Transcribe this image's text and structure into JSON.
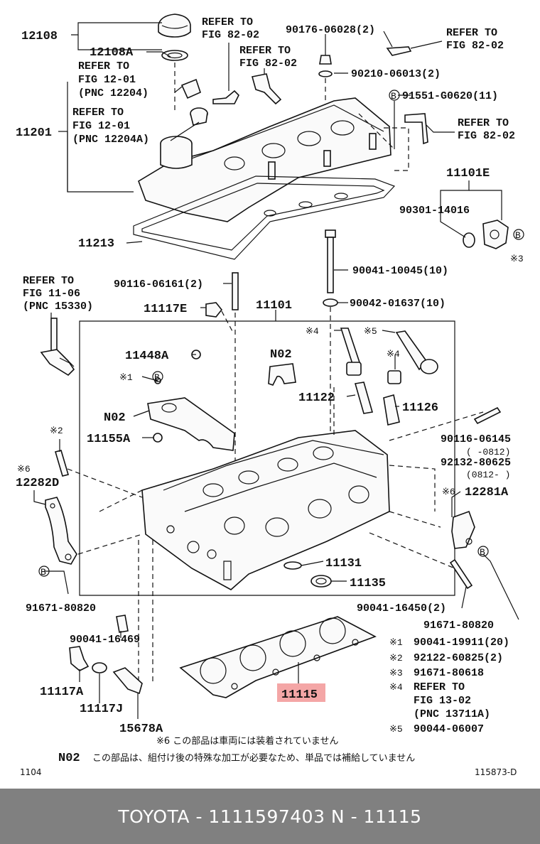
{
  "diagram": {
    "labels": {
      "p12108": "12108",
      "p12108a": "12108A",
      "ref82_02_a": "REFER TO",
      "ref82_02_a2": "FIG 82-02",
      "p90176": "90176-06028(2)",
      "ref82_02_b": "REFER TO",
      "ref82_02_b2": "FIG 82-02",
      "ref82_02_c": "REFER TO",
      "ref82_02_c2": "FIG 82-02",
      "ref12_01_a": "REFER TO",
      "ref12_01_a2": "FIG 12-01",
      "ref12_01_a3": "(PNC 12204)",
      "p90210": "90210-06013(2)",
      "p91551": "91551-G0620(11)",
      "ref12_01_b": "REFER TO",
      "ref12_01_b2": "FIG 12-01",
      "ref12_01_b3": "(PNC 12204A)",
      "ref82_02_d": "REFER TO",
      "ref82_02_d2": "FIG 82-02",
      "p11201": "11201",
      "p11101e": "11101E",
      "p90301": "90301-14016",
      "p11213": "11213",
      "p90041_10045": "90041-10045(10)",
      "mark3_a": "※3",
      "ref11_06": "REFER TO",
      "ref11_06b": "FIG 11-06",
      "ref11_06c": "(PNC 15330)",
      "p90116_06161": "90116-06161(2)",
      "p11101": "11101",
      "p11117e": "11117E",
      "p90042": "90042-01637(10)",
      "mark4_a": "※4",
      "mark5_a": "※5",
      "p11448a": "11448A",
      "pN02_a": "N02",
      "mark4_b": "※4",
      "mark1_a": "※1",
      "p11122": "11122",
      "p11126": "11126",
      "pN02_b": "N02",
      "p11155a": "11155A",
      "p90116_06145": "90116-06145",
      "note_0812a": "(      -0812)",
      "mark2_a": "※2",
      "p92132": "92132-80625",
      "note_0812b": "(0812-      )",
      "mark6_a": "※6",
      "p12282d": "12282D",
      "mark6_b": "※6",
      "p12281a": "12281A",
      "p11131": "11131",
      "p11135": "11135",
      "p91671_a": "91671-80820",
      "p90041_16450": "90041-16450(2)",
      "p91671_b": "91671-80820",
      "p90041_16469": "90041-16469",
      "p11117a": "11117A",
      "p11117j": "11117J",
      "p15678a": "15678A",
      "p11115": "11115",
      "fn1_mark": "※1",
      "fn1": "90041-19911(20)",
      "fn2_mark": "※2",
      "fn2": "92122-60825(2)",
      "fn3_mark": "※3",
      "fn3": "91671-80618",
      "fn4_mark": "※4",
      "fn4": "REFER TO",
      "fn4b": "FIG 13-02",
      "fn4c": "(PNC 13711A)",
      "fn5_mark": "※5",
      "fn5": "90044-06007",
      "note6": "※6 この部品は車両には装着されていません",
      "noteN02_mark": "N02",
      "noteN02": "この部品は、組付け後の特殊な加工が必要なため、単品では補給していません",
      "b_mark": "B",
      "code_left": "1104",
      "code_right": "115873-D"
    }
  },
  "highlight_color": "#f4a6a6",
  "footer": {
    "text": "TOYOTA - 1111597403     N - 11115"
  }
}
